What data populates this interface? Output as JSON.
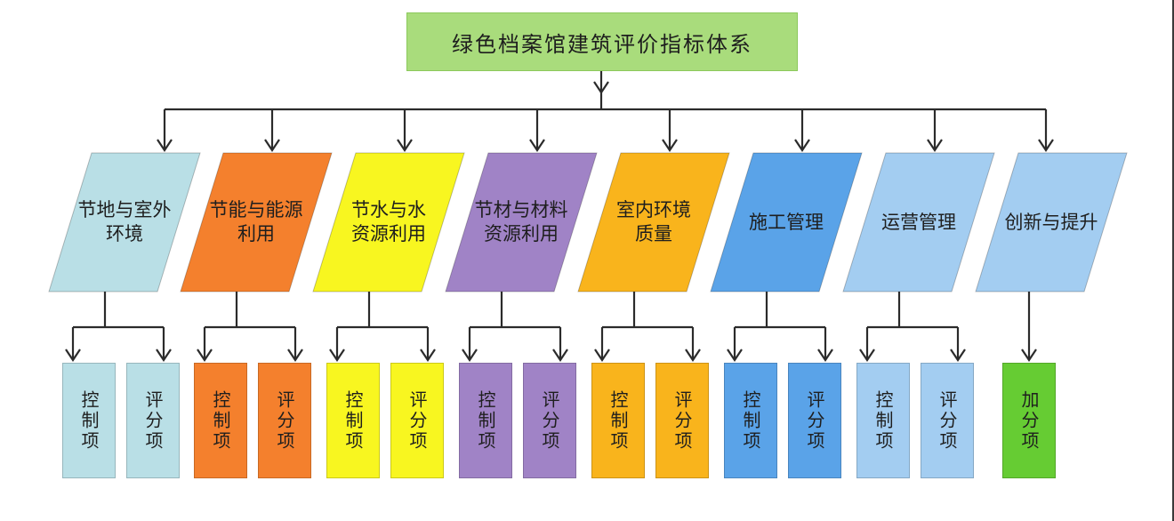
{
  "title": "绿色档案馆建筑评价指标体系",
  "categories": [
    {
      "line1": "节地与室外",
      "line2": "环境",
      "color": "#b9dfe6",
      "subs": [
        {
          "text": "控制项",
          "color": "#b9dfe6"
        },
        {
          "text": "评分项",
          "color": "#b9dfe6"
        }
      ]
    },
    {
      "line1": "节能与能源",
      "line2": "利用",
      "color": "#f4802d",
      "subs": [
        {
          "text": "控制项",
          "color": "#f4802d"
        },
        {
          "text": "评分项",
          "color": "#f4802d"
        }
      ]
    },
    {
      "line1": "节水与水",
      "line2": "资源利用",
      "color": "#f8f620",
      "subs": [
        {
          "text": "控制项",
          "color": "#f8f620"
        },
        {
          "text": "评分项",
          "color": "#f8f620"
        }
      ]
    },
    {
      "line1": "节材与材料",
      "line2": "资源利用",
      "color": "#a083c6",
      "subs": [
        {
          "text": "控制项",
          "color": "#a083c6"
        },
        {
          "text": "评分项",
          "color": "#a083c6"
        }
      ]
    },
    {
      "line1": "室内环境",
      "line2": "质量",
      "color": "#f9b41c",
      "subs": [
        {
          "text": "控制项",
          "color": "#f9b41c"
        },
        {
          "text": "评分项",
          "color": "#f9b41c"
        }
      ]
    },
    {
      "line1": "施工管理",
      "line2": "",
      "color": "#5aa3e8",
      "subs": [
        {
          "text": "控制项",
          "color": "#5aa3e8"
        },
        {
          "text": "评分项",
          "color": "#5aa3e8"
        }
      ]
    },
    {
      "line1": "运营管理",
      "line2": "",
      "color": "#a3cdf1",
      "subs": [
        {
          "text": "控制项",
          "color": "#a3cdf1"
        },
        {
          "text": "评分项",
          "color": "#a3cdf1"
        }
      ]
    },
    {
      "line1": "创新与提升",
      "line2": "",
      "color": "#a3cdf1",
      "subs": [
        {
          "text": "加分项",
          "color": "#66cc33"
        }
      ]
    }
  ]
}
